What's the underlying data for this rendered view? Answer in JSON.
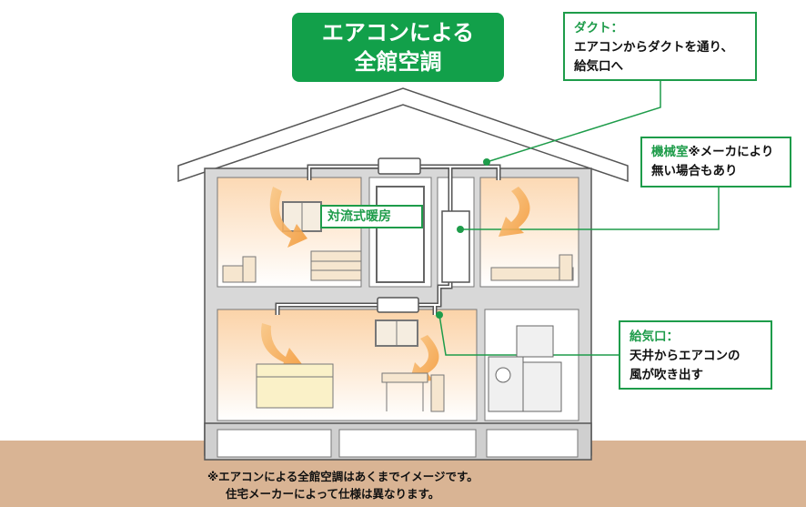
{
  "title": {
    "line1": "エアコンによる",
    "line2": "全館空調"
  },
  "callouts": {
    "duct": {
      "heading": "ダクト：",
      "line1": "エアコンからダクトを通り、",
      "line2": "給気口へ"
    },
    "machine_room": {
      "heading": "機械室",
      "text1": "※メーカにより",
      "line2": "無い場合もあり"
    },
    "supply_vent": {
      "heading": "給気口：",
      "line1": "天井からエアコンの",
      "line2": "風が吹き出す"
    },
    "convection": {
      "label": "対流式暖房"
    }
  },
  "note": {
    "line1": "※エアコンによる全館空調はあくまでイメージです。",
    "line2": "住宅メーカーによって仕様は異なります。"
  },
  "colors": {
    "accent_green": "#12a04a",
    "ground": "#d9b494",
    "warm_air": "#f7b15a",
    "house_outline": "#555555"
  }
}
